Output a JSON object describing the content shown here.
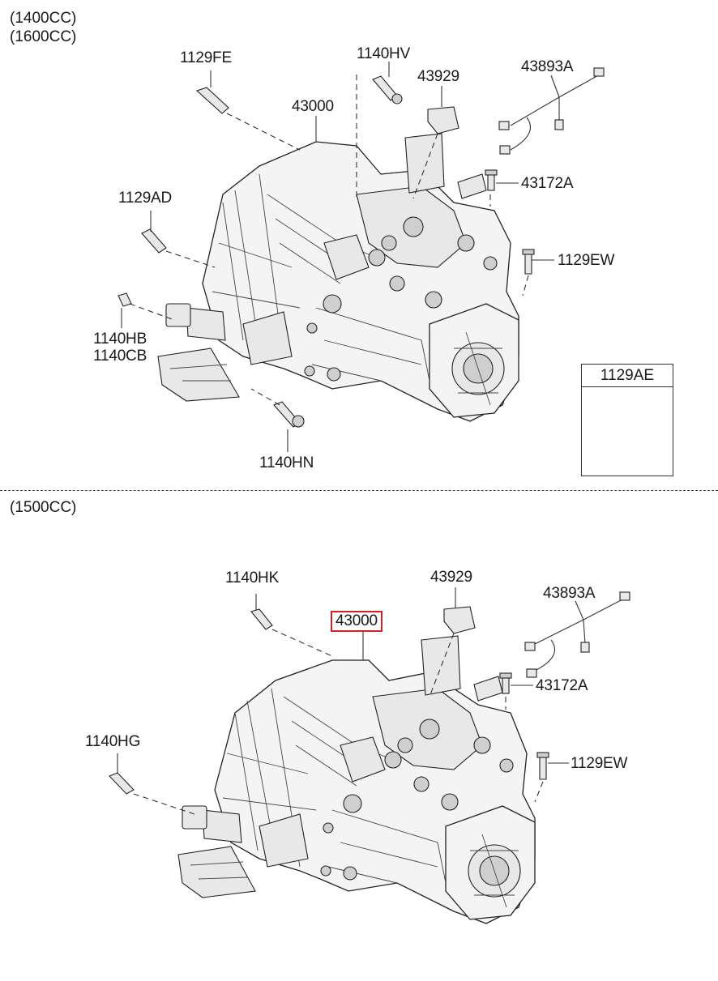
{
  "variants": {
    "top": [
      "(1400CC)",
      "(1600CC)"
    ],
    "bottom": "(1500CC)"
  },
  "top_labels": {
    "bolt_1129fe": "1129FE",
    "bolt_1140hv": "1140HV",
    "bracket_43929": "43929",
    "harness_43893a": "43893A",
    "transaxle_43000": "43000",
    "bolt_1129ad": "1129AD",
    "sensor_43172a": "43172A",
    "bolt_1129ew": "1129EW",
    "bolt_1140hb": "1140HB",
    "bolt_1140cb": "1140CB",
    "bolt_1140hn": "1140HN"
  },
  "legend": {
    "title": "1129AE"
  },
  "bottom_labels": {
    "bolt_1140hk": "1140HK",
    "bracket_43929": "43929",
    "harness_43893a": "43893A",
    "transaxle_43000": "43000",
    "sensor_43172a": "43172A",
    "bolt_1140hg": "1140HG",
    "bolt_1129ew": "1129EW"
  },
  "colors": {
    "highlight": "#d42020",
    "line": "#333333"
  }
}
